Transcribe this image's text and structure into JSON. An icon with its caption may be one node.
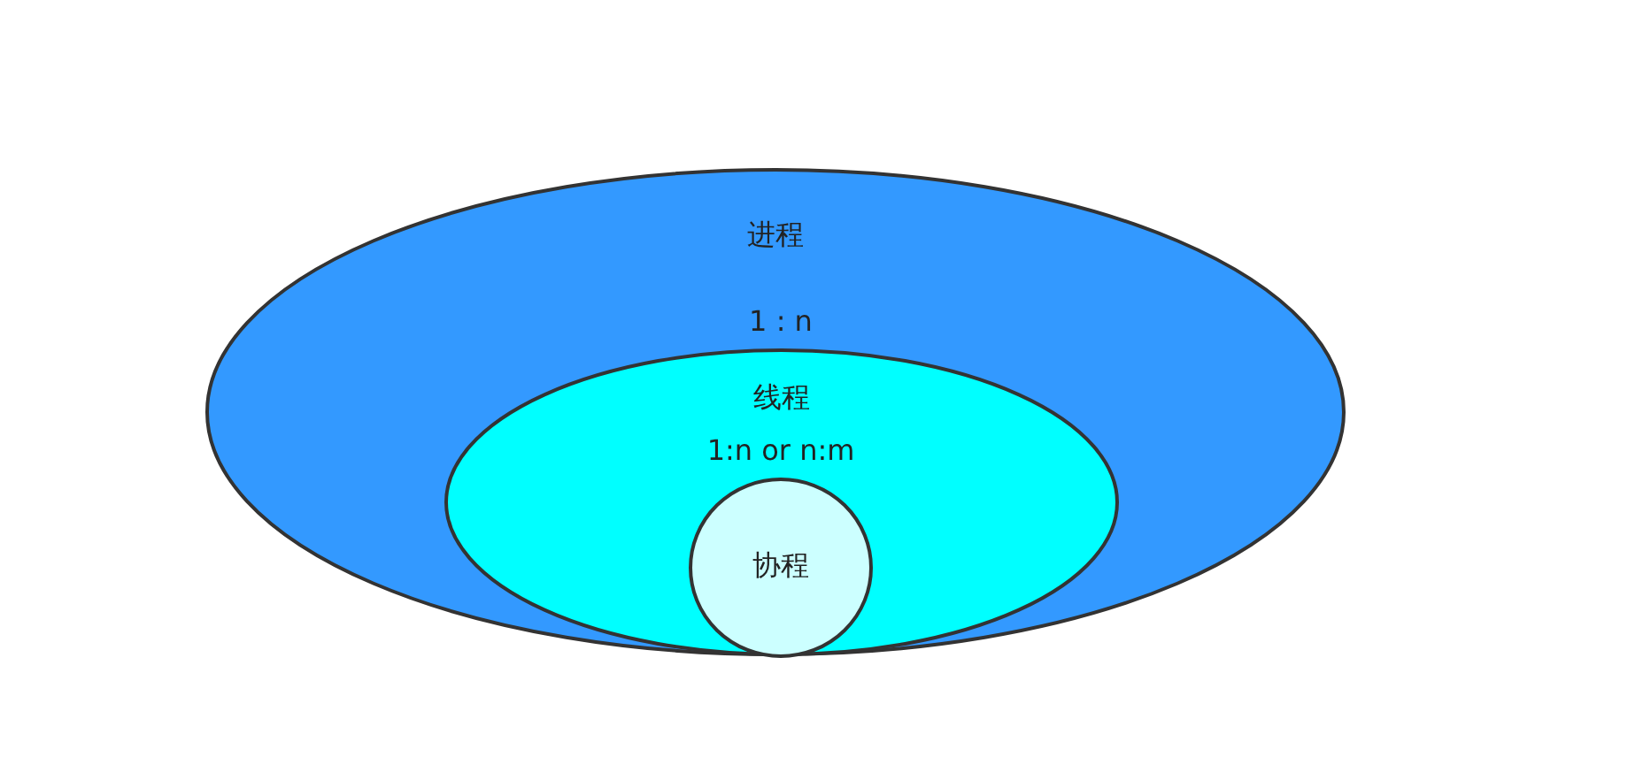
{
  "diagram": {
    "nodes": [
      {
        "text": [
          "进程"
        ]
      },
      {
        "text": [
          "线程"
        ],
        "in": 0
      },
      {
        "text": [
          "协程"
        ],
        "in": 1
      }
    ],
    "labels": [
      "1 : n",
      "1:n or n:m"
    ]
  }
}
